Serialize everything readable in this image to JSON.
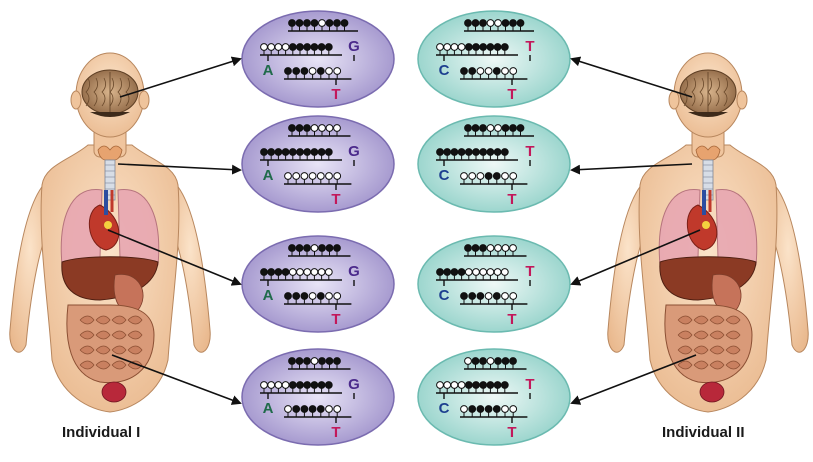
{
  "individuals": [
    {
      "label": "Individual I",
      "snp_top": "G",
      "snp_mid": "A",
      "snp_bot": "T",
      "colors": {
        "ellipse_light": "#d9d4ee",
        "ellipse_dark": "#9a8cc8",
        "snp_top": "#4b2a8c",
        "snp_mid": "#1f6a4a",
        "snp_bot": "#c2185b"
      }
    },
    {
      "label": "Individual II",
      "snp_top": "T",
      "snp_mid": "C",
      "snp_bot": "T",
      "colors": {
        "ellipse_light": "#dff1ef",
        "ellipse_dark": "#8ccfc6",
        "snp_top": "#c2185b",
        "snp_mid": "#1d3f8f",
        "snp_bot": "#c2185b"
      }
    }
  ],
  "tissues": [
    "brain",
    "thyroid",
    "heart",
    "intestine"
  ],
  "methylation_patterns": {
    "I": [
      {
        "top": "11110111",
        "mid": "0000111111",
        "bot": "1110100"
      },
      {
        "top": "1110000",
        "mid": "1111111111",
        "bot": "0000000"
      },
      {
        "top": "1110111",
        "mid": "1111000000",
        "bot": "1110100"
      },
      {
        "top": "1110111",
        "mid": "0000111111",
        "bot": "0111100"
      }
    ],
    "II": [
      {
        "top": "11100111",
        "mid": "0000111111",
        "bot": "1100100"
      },
      {
        "top": "11100111",
        "mid": "1111111111",
        "bot": "0001100"
      },
      {
        "top": "1110000",
        "mid": "1111000000",
        "bot": "1110100"
      },
      {
        "top": "0110111",
        "mid": "0000111111",
        "bot": "0111100"
      }
    ]
  },
  "icons": {
    "body": "human-torso-organs-icon",
    "brain": "brain-icon",
    "arrow": "arrow-icon",
    "methylated": "filled-lollipop-icon",
    "unmethylated": "open-lollipop-icon"
  }
}
